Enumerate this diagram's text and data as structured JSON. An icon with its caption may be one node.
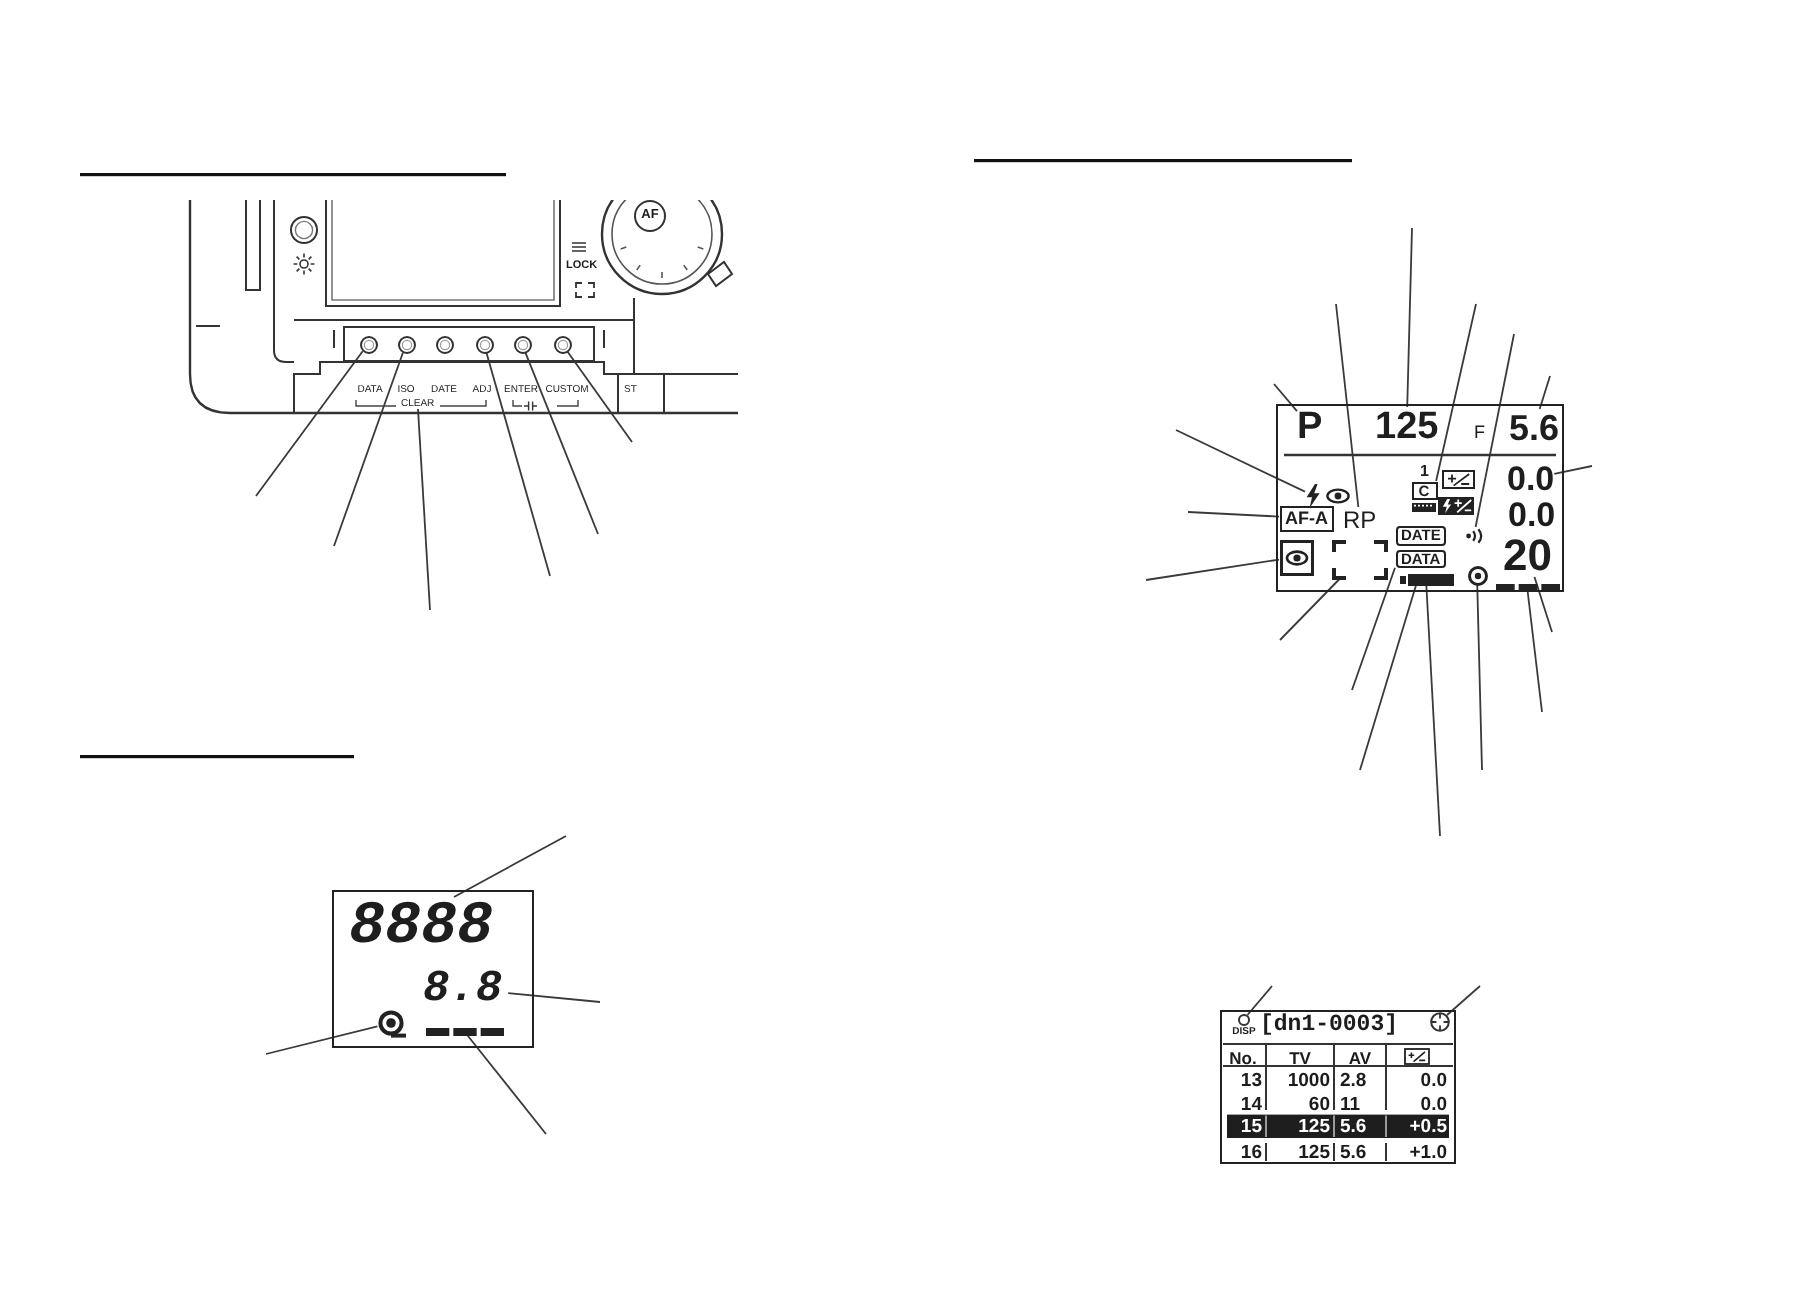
{
  "diagram": {
    "nodes": [
      {
        "text": [],
        "shape": "picture"
      },
      {
        "text": [],
        "shape": "circle",
        "in": 0
      },
      {
        "text": [],
        "shape": "circle",
        "in": 0
      },
      {
        "text": [],
        "shape": "circle",
        "in": 0
      },
      {
        "text": [],
        "shape": "circle",
        "in": 0
      },
      {
        "text": [],
        "shape": "circle",
        "in": 0
      },
      {
        "text": [],
        "shape": "circle",
        "in": 0
      },
      {
        "text": [
          "CLEAR"
        ],
        "in": 0
      },
      {
        "text": [],
        "shape": "box"
      },
      {
        "text": [
          "P"
        ],
        "in": 8
      },
      {
        "text": [
          "125"
        ],
        "in": 8
      },
      {
        "text": [
          "5.6"
        ],
        "in": 8
      },
      {
        "text": [
          "C"
        ],
        "in": 8
      },
      {
        "text": [
          "0.0"
        ],
        "in": 8
      },
      {
        "text": [],
        "shape": "picture",
        "in": 8
      },
      {
        "text": [
          "AF-A"
        ],
        "in": 8
      },
      {
        "text": [
          "RP"
        ],
        "in": 8
      },
      {
        "text": [
          "DATE"
        ],
        "in": 8
      },
      {
        "text": [],
        "shape": "picture",
        "in": 8
      },
      {
        "text": [],
        "shape": "picture",
        "in": 8
      },
      {
        "text": [],
        "shape": "box",
        "in": 8
      },
      {
        "text": [
          "DATA"
        ],
        "in": 8
      },
      {
        "text": [],
        "shape": "bar",
        "in": 8
      },
      {
        "text": [],
        "shape": "circle",
        "in": 8
      },
      {
        "text": [
          "20"
        ],
        "in": 8
      },
      {
        "text": [],
        "shape": "bar",
        "in": 8
      },
      {
        "text": [],
        "shape": "box"
      },
      {
        "text": [
          "8888"
        ],
        "in": 26
      },
      {
        "text": [],
        "shape": "circle",
        "in": 26
      },
      {
        "text": [
          "8.8"
        ],
        "in": 26
      },
      {
        "text": [],
        "shape": "bar",
        "in": 26
      },
      {
        "text": [],
        "shape": "box"
      },
      {
        "text": [],
        "shape": "circle",
        "in": 31
      },
      {
        "text": [],
        "shape": "circle",
        "in": 31
      }
    ],
    "edges": [
      {
        "from": null,
        "to": 1,
        "arrow": "none"
      },
      {
        "from": null,
        "to": 2,
        "arrow": "none"
      },
      {
        "from": null,
        "to": 7,
        "arrow": "none"
      },
      {
        "from": null,
        "to": 4,
        "arrow": "none"
      },
      {
        "from": null,
        "to": 5,
        "arrow": "none"
      },
      {
        "from": null,
        "to": 6,
        "arrow": "none"
      },
      {
        "from": null,
        "to": 9,
        "arrow": "none"
      },
      {
        "from": null,
        "to": 14,
        "arrow": "none"
      },
      {
        "from": null,
        "to": 15,
        "arrow": "none"
      },
      {
        "from": null,
        "to": 19,
        "arrow": "none"
      },
      {
        "from": null,
        "to": 20,
        "arrow": "none"
      },
      {
        "from": null,
        "to": 16,
        "arrow": "none"
      },
      {
        "from": null,
        "to": 10,
        "arrow": "none"
      },
      {
        "from": null,
        "to": 12,
        "arrow": "none"
      },
      {
        "from": null,
        "to": 18,
        "arrow": "none"
      },
      {
        "from": null,
        "to": 11,
        "arrow": "none"
      },
      {
        "from": null,
        "to": 13,
        "arrow": "none"
      },
      {
        "from": null,
        "to": 21,
        "arrow": "none"
      },
      {
        "from": null,
        "to": 22,
        "arrow": "none"
      },
      {
        "from": null,
        "to": 22,
        "arrow": "none"
      },
      {
        "from": null,
        "to": 23,
        "arrow": "none"
      },
      {
        "from": null,
        "to": 25,
        "arrow": "none"
      },
      {
        "from": null,
        "to": 24,
        "arrow": "none"
      },
      {
        "from": null,
        "to": 27,
        "arrow": "none"
      },
      {
        "from": null,
        "to": 29,
        "arrow": "none"
      },
      {
        "from": null,
        "to": 28,
        "arrow": "none"
      },
      {
        "from": null,
        "to": 30,
        "arrow": "none"
      },
      {
        "from": null,
        "to": 32,
        "arrow": "none"
      },
      {
        "from": null,
        "to": 33,
        "arrow": "none"
      }
    ],
    "labels": [
      "AF",
      "LOCK",
      "DATA",
      "ISO",
      "DATE",
      "ADJ",
      "ENTER",
      "CUSTOM",
      "ST",
      "F",
      "1",
      "0.0",
      "DISP",
      "[dn1-0003]",
      "No.",
      "TV",
      "AV",
      "13",
      "1000",
      "2.8",
      "0.0",
      "14",
      "60",
      "11",
      "0.0",
      "15",
      "125",
      "5.6",
      "+0.5",
      "16",
      "125",
      "5.6",
      "+1.0"
    ]
  }
}
